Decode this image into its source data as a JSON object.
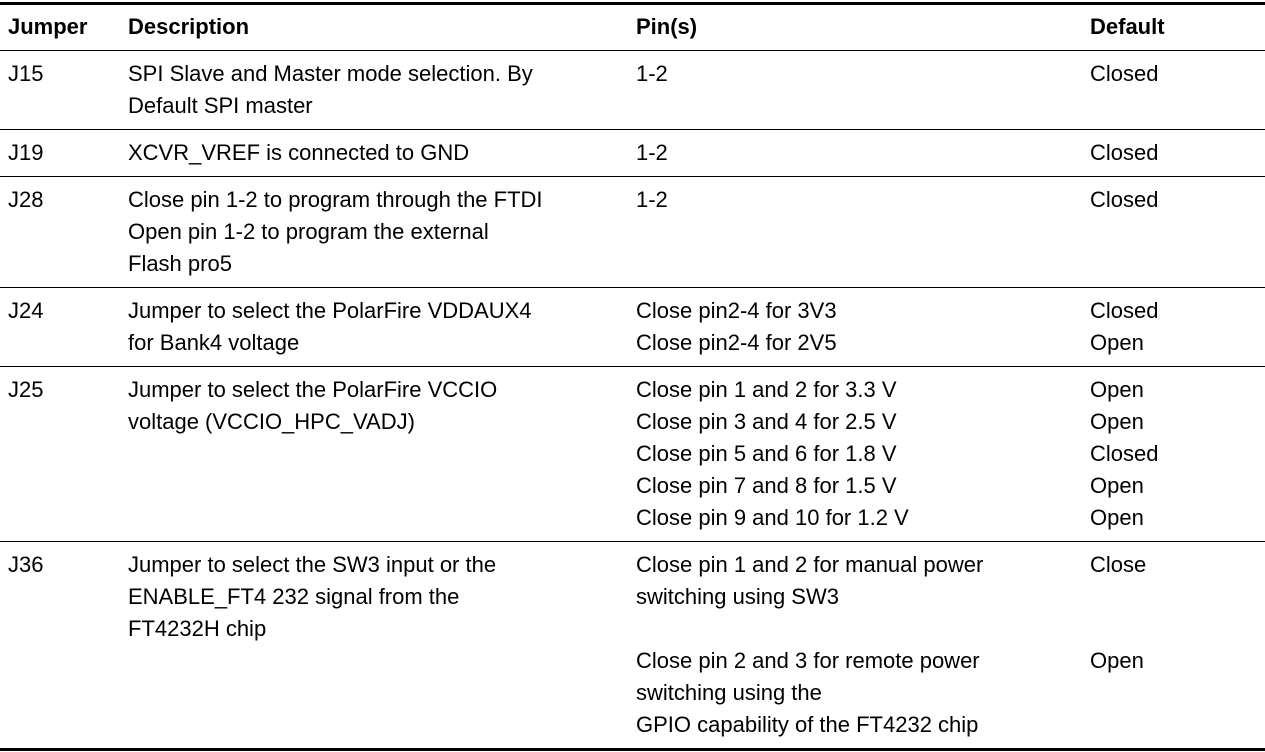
{
  "page": {
    "background": "#ffffff",
    "text_color": "#000000",
    "rule_color": "#000000"
  },
  "table": {
    "headers": {
      "jumper": "Jumper",
      "description": "Description",
      "pins": "Pin(s)",
      "default": "Default"
    },
    "rows": [
      {
        "jumper": "J15",
        "description_lines": [
          "SPI Slave and Master mode selection. By",
          "Default SPI master"
        ],
        "options": [
          {
            "pin_lines": [
              "1-2"
            ],
            "default": "Closed"
          }
        ]
      },
      {
        "jumper": "J19",
        "description_lines": [
          "XCVR_VREF is connected to GND"
        ],
        "options": [
          {
            "pin_lines": [
              "1-2"
            ],
            "default": "Closed"
          }
        ]
      },
      {
        "jumper": "J28",
        "description_lines": [
          "Close pin 1-2 to program through the FTDI",
          "Open pin 1-2 to program the external",
          "Flash pro5"
        ],
        "options": [
          {
            "pin_lines": [
              "1-2"
            ],
            "default": "Closed"
          }
        ]
      },
      {
        "jumper": "J24",
        "description_lines": [
          "Jumper to select the PolarFire VDDAUX4",
          "for Bank4 voltage"
        ],
        "options": [
          {
            "pin_lines": [
              "Close pin2-4 for 3V3"
            ],
            "default": "Closed"
          },
          {
            "pin_lines": [
              "Close pin2-4 for 2V5"
            ],
            "default": "Open"
          }
        ]
      },
      {
        "jumper": "J25",
        "description_lines": [
          "Jumper to select the PolarFire VCCIO",
          "voltage (VCCIO_HPC_VADJ)"
        ],
        "options": [
          {
            "pin_lines": [
              "Close pin 1 and 2 for 3.3 V"
            ],
            "default": "Open"
          },
          {
            "pin_lines": [
              "Close pin 3 and 4 for 2.5 V"
            ],
            "default": "Open"
          },
          {
            "pin_lines": [
              "Close pin 5 and 6 for 1.8 V"
            ],
            "default": "Closed"
          },
          {
            "pin_lines": [
              "Close pin 7 and 8 for 1.5 V"
            ],
            "default": "Open"
          },
          {
            "pin_lines": [
              "Close pin 9 and 10 for 1.2 V"
            ],
            "default": "Open"
          }
        ]
      },
      {
        "jumper": "J36",
        "description_lines": [
          "Jumper to select the SW3 input or the",
          "ENABLE_FT4 232 signal from the",
          "FT4232H chip"
        ],
        "options": [
          {
            "pin_lines": [
              "Close pin 1 and 2 for manual power",
              "switching using SW3"
            ],
            "default": "Close"
          },
          {
            "pin_lines": [
              "Close pin 2 and 3 for remote power",
              "switching using the",
              "GPIO capability of the FT4232 chip"
            ],
            "default": "Open",
            "gap_before": true
          }
        ]
      }
    ]
  }
}
